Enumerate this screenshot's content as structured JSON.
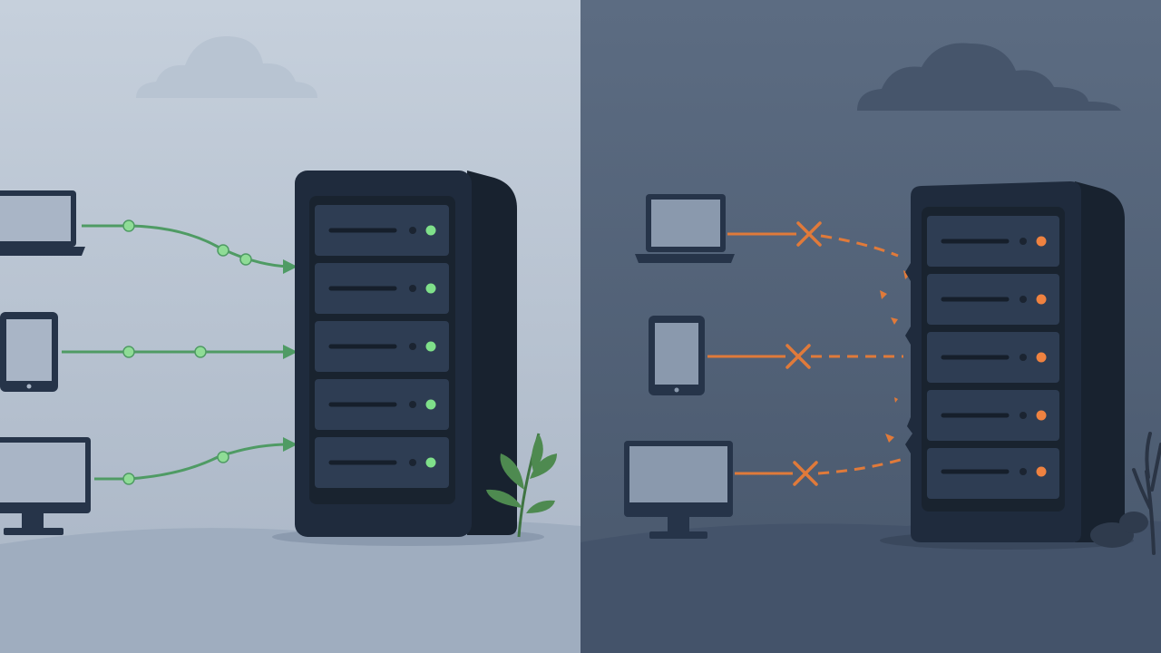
{
  "colors": {
    "left_bg_top": "#c4ceda",
    "left_bg_bottom": "#aab6c6",
    "left_ground": "#9aa8ba",
    "right_bg_top": "#5a6a80",
    "right_bg_bottom": "#4a5a70",
    "right_ground": "#3f4e62",
    "server_body": "#1f2b3d",
    "server_side": "#18222f",
    "server_inner": "#243247",
    "slot": "#2d3c52",
    "device_frame": "#263449",
    "screen_light": "#a7b4c5",
    "screen_dark": "#8796aa",
    "ok_color": "#4f9b64",
    "ok_node": "#7fd58b",
    "fail_color": "#e07a3a",
    "plant": "#4e8a50",
    "dead_tree": "#2a3444"
  },
  "panels": [
    {
      "name": "healthy",
      "icons": [
        "cloud-icon",
        "laptop-icon",
        "tablet-icon",
        "monitor-icon",
        "server-icon",
        "plant-icon"
      ],
      "server_status": "online",
      "connections": "established"
    },
    {
      "name": "failed",
      "icons": [
        "storm-cloud-icon",
        "laptop-icon",
        "tablet-icon",
        "monitor-icon",
        "server-icon",
        "dead-tree-icon",
        "rock-icon",
        "x-mark-icon"
      ],
      "server_status": "offline",
      "connections": "broken"
    }
  ]
}
